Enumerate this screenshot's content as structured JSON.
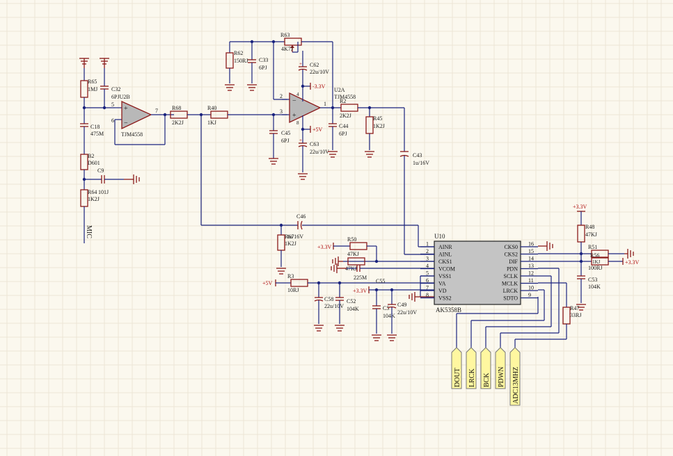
{
  "components": {
    "R65": {
      "ref": "R65",
      "value": "1MJ"
    },
    "C32": {
      "ref": "C32",
      "value": "6PJU2B"
    },
    "C18": {
      "ref": "C18",
      "value": "475M"
    },
    "B2": {
      "ref": "B2",
      "value": "D601"
    },
    "C9": {
      "ref": "C9",
      "value": "101J"
    },
    "R64": {
      "ref": "R64",
      "value": "1K2J"
    },
    "U2B": {
      "value": "TJM4558"
    },
    "R68": {
      "ref": "R68",
      "value": "2K2J"
    },
    "R40": {
      "ref": "R40",
      "value": "1KJ"
    },
    "R62": {
      "ref": "R62",
      "value": "150RJ"
    },
    "C33": {
      "ref": "C33",
      "value": "6PJ"
    },
    "R63": {
      "ref": "R63",
      "value": "4K7J"
    },
    "C62": {
      "ref": "C62",
      "value": "22u/10V"
    },
    "U2A": {
      "ref": "U2A",
      "value": "TJM4558"
    },
    "C45": {
      "ref": "C45",
      "value": "6PJ"
    },
    "C63": {
      "ref": "C63",
      "value": "22u/10V"
    },
    "R2": {
      "ref": "R2",
      "value": "2K2J"
    },
    "C44": {
      "ref": "C44",
      "value": "6PJ"
    },
    "R45": {
      "ref": "R45",
      "value": "1K2J"
    },
    "C43": {
      "ref": "C43",
      "value": "1u/16V"
    },
    "C46": {
      "ref": "C46",
      "value": "1u/16V"
    },
    "R67": {
      "ref": "R67",
      "value": "1K2J"
    },
    "R50": {
      "ref": "R50",
      "value": "47KJ"
    },
    "C225": {
      "ref": "",
      "value": "225M"
    },
    "R_47K": {
      "value": "47KJ"
    },
    "R3": {
      "ref": "R3",
      "value": "10RJ"
    },
    "C58": {
      "ref": "C58",
      "value": "22u/10V"
    },
    "C52": {
      "ref": "C52",
      "value": "104K"
    },
    "C55": {
      "ref": "C55",
      "value": ""
    },
    "C53_low": {
      "ref": "C5",
      "value": "104K"
    },
    "C49": {
      "ref": "C49",
      "value": "22u/10V"
    },
    "R48": {
      "ref": "R48",
      "value": "47KJ"
    },
    "R51": {
      "ref": "R51",
      "value": ""
    },
    "R56": {
      "ref": "R56",
      "value": "1KJ"
    },
    "R100": {
      "value": "100RJ"
    },
    "C53": {
      "ref": "C53",
      "value": "104K"
    },
    "R47": {
      "ref": "R47",
      "value": "33RJ"
    }
  },
  "rails": {
    "p33": "+3.3V",
    "m33": "-3.3V",
    "p5": "+5V"
  },
  "pin_numbers": {
    "amp_b_in_p": "5",
    "amp_b_in_n": "6",
    "amp_b_out": "7",
    "amp_a_in_n": "2",
    "amp_a_in_p": "3",
    "amp_a_out": "1",
    "amp_a_v": "8",
    "amp_a_g": "4"
  },
  "mic_label": "MIC",
  "ic": {
    "ref": "U10",
    "part": "AK5358B",
    "left_pins": [
      {
        "num": "1",
        "name": "AINR"
      },
      {
        "num": "2",
        "name": "AINL"
      },
      {
        "num": "3",
        "name": "CKS1"
      },
      {
        "num": "4",
        "name": "VCOM"
      },
      {
        "num": "5",
        "name": "VSS1"
      },
      {
        "num": "6",
        "name": "VA"
      },
      {
        "num": "7",
        "name": "VD"
      },
      {
        "num": "8",
        "name": "VSS2"
      }
    ],
    "right_pins": [
      {
        "num": "16",
        "name": "CKS0"
      },
      {
        "num": "15",
        "name": "CKS2"
      },
      {
        "num": "14",
        "name": "DIF"
      },
      {
        "num": "13",
        "name": "PDN"
      },
      {
        "num": "12",
        "name": "SCLK"
      },
      {
        "num": "11",
        "name": "MCLK"
      },
      {
        "num": "10",
        "name": "LRCK"
      },
      {
        "num": "9",
        "name": "SDTO"
      }
    ]
  },
  "ports": [
    "DOUT",
    "LRCK",
    "BCK",
    "PDWN",
    "ADC13MHZ"
  ]
}
